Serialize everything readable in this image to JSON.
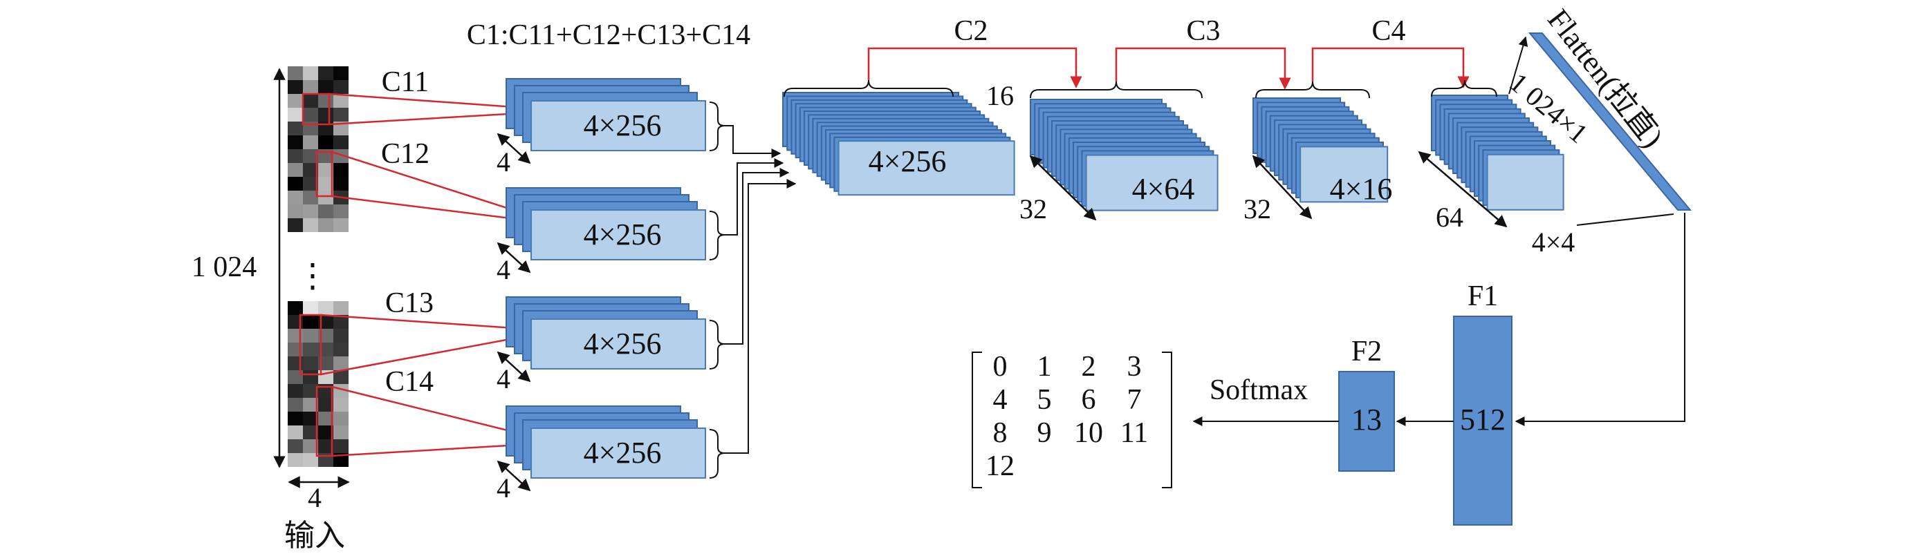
{
  "labels": {
    "c1_formula": "C1:C11+C12+C13+C14",
    "c11": "C11",
    "c12": "C12",
    "c13": "C13",
    "c14": "C14",
    "c2": "C2",
    "c3": "C3",
    "c4": "C4",
    "input_height": "1 024",
    "input_width": "4",
    "input_caption": "输入",
    "ellipsis": "⋮",
    "c1_branch_size": "4×256",
    "c1_branch_depth": "4",
    "c2_size": "4×256",
    "c2_depth": "16",
    "c3_size": "4×64",
    "c3_depth": "32",
    "c4_size": "4×16",
    "c4_depth": "32",
    "c5_size": "4×4",
    "c5_depth": "64",
    "flatten": "Flatten(拉直)",
    "flatten_size": "1 024×1",
    "f1": "F1",
    "f1_units": "512",
    "f2": "F2",
    "f2_units": "13",
    "softmax": "Softmax"
  },
  "output_matrix": [
    [
      "0",
      "1",
      "2",
      "3"
    ],
    [
      "4",
      "5",
      "6",
      "7"
    ],
    [
      "8",
      "9",
      "10",
      "11"
    ],
    [
      "12"
    ]
  ],
  "colors": {
    "layer_front": "#b4d0ea",
    "layer_back": "#5b8fcf",
    "connector_red": "#d6262e",
    "arrow_black": "#111111"
  }
}
